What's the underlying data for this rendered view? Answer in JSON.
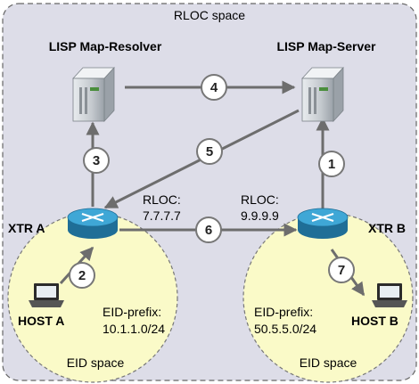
{
  "rloc_space_label": "RLOC space",
  "map_resolver": {
    "label": "LISP Map-Resolver"
  },
  "map_server": {
    "label": "LISP Map-Server"
  },
  "xtr_a": {
    "label": "XTR A",
    "rloc_label": "RLOC:",
    "rloc_value": "7.7.7.7"
  },
  "xtr_b": {
    "label": "XTR B",
    "rloc_label": "RLOC:",
    "rloc_value": "9.9.9.9"
  },
  "eid_space_a": {
    "space_label": "EID space",
    "prefix_label": "EID-prefix:",
    "prefix_value": "10.1.1.0/24",
    "host_label": "HOST A"
  },
  "eid_space_b": {
    "space_label": "EID space",
    "prefix_label": "EID-prefix:",
    "prefix_value": "50.5.5.0/24",
    "host_label": "HOST B"
  },
  "steps": [
    "1",
    "2",
    "3",
    "4",
    "5",
    "6",
    "7"
  ],
  "colors": {
    "rloc_bg": "#dddde8",
    "eid_bg": "#fafac8",
    "router": "#3fa7d6",
    "router_dark": "#1f6e97",
    "server": "#c9ced3",
    "arrow": "#6d6d6d",
    "step_fill": "#ffffff",
    "step_stroke": "#777777"
  }
}
